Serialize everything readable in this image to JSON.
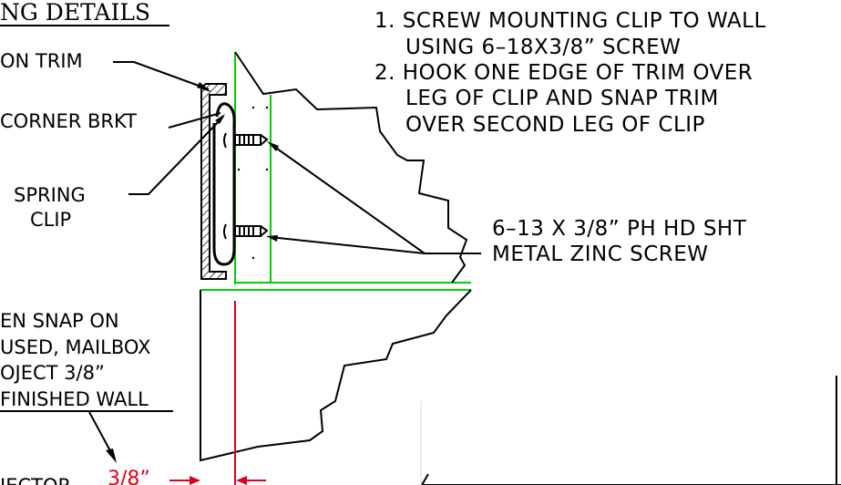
{
  "title": "NG DETAILS",
  "notes": [
    "1. SCREW MOUNTING CLIP TO WALL",
    "USING 6–18X3/8” SCREW",
    "2. HOOK ONE EDGE OF TRIM OVER",
    "LEG OF CLIP AND SNAP TRIM",
    "OVER SECOND LEG OF CLIP"
  ],
  "labels": {
    "trim": "ON TRIM",
    "corner_bracket": "CORNER BRKT",
    "spring_clip_1": "SPRING",
    "spring_clip_2": "CLIP",
    "screw_1": "6–13 X 3/8” PH HD SHT",
    "screw_2": "METAL ZINC SCREW",
    "snap_note": [
      "EN SNAP ON",
      "USED, MAILBOX",
      "OJECT 3/8”",
      "FINISHED WALL"
    ],
    "dimension": "3/8”",
    "bottom_left": "IECTOR"
  },
  "colors": {
    "line": "#000000",
    "wall_face": "#00d000",
    "dimension": "#e0001b"
  }
}
